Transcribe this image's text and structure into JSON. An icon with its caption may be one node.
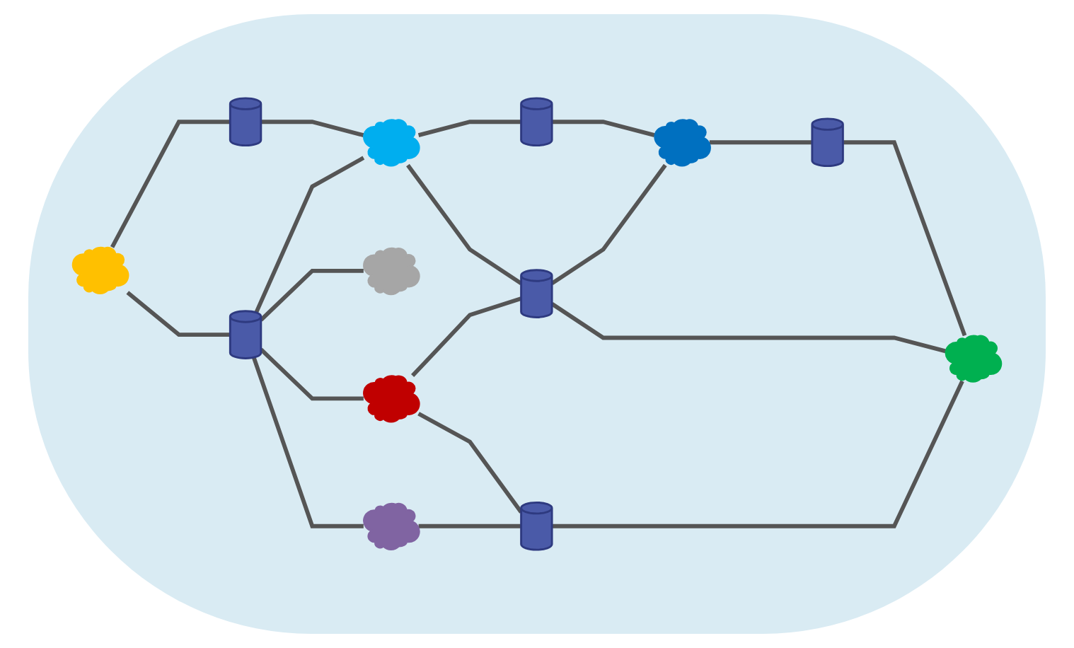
{
  "diagram": {
    "nodes": [
      {
        "text": [],
        "shape": "router"
      },
      {
        "text": [],
        "shape": "cloud"
      },
      {
        "text": [],
        "shape": "cloud"
      },
      {
        "text": [],
        "shape": "router"
      },
      {
        "text": [],
        "shape": "router"
      },
      {
        "text": [],
        "shape": "router"
      },
      {
        "text": [],
        "shape": "cloud"
      },
      {
        "text": [],
        "shape": "cloud"
      },
      {
        "text": [],
        "shape": "cloud"
      },
      {
        "text": [],
        "shape": "router"
      },
      {
        "text": [],
        "shape": "cloud"
      },
      {
        "text": [],
        "shape": "cloud"
      },
      {
        "text": [],
        "shape": "router"
      }
    ],
    "edges": [
      {
        "from": 2,
        "to": 0,
        "arrow": "none"
      },
      {
        "from": 0,
        "to": 1,
        "arrow": "none"
      },
      {
        "from": 1,
        "to": 3,
        "arrow": "none"
      },
      {
        "from": 3,
        "to": 6,
        "arrow": "none"
      },
      {
        "from": 2,
        "to": 4,
        "arrow": "none"
      },
      {
        "from": 4,
        "to": 1,
        "arrow": "none"
      },
      {
        "from": 1,
        "to": 5,
        "arrow": "none"
      },
      {
        "from": 4,
        "to": 7,
        "arrow": "none"
      },
      {
        "from": 4,
        "to": 8,
        "arrow": "none"
      },
      {
        "from": 4,
        "to": 10,
        "arrow": "none"
      },
      {
        "from": 8,
        "to": 5,
        "arrow": "none"
      },
      {
        "from": 5,
        "to": 6,
        "arrow": "none"
      },
      {
        "from": 5,
        "to": 11,
        "arrow": "none"
      },
      {
        "from": 6,
        "to": 9,
        "arrow": "none"
      },
      {
        "from": 9,
        "to": 11,
        "arrow": "none"
      },
      {
        "from": 8,
        "to": 12,
        "arrow": "none"
      },
      {
        "from": 10,
        "to": 12,
        "arrow": "none"
      },
      {
        "from": 12,
        "to": 11,
        "arrow": "none"
      }
    ]
  }
}
